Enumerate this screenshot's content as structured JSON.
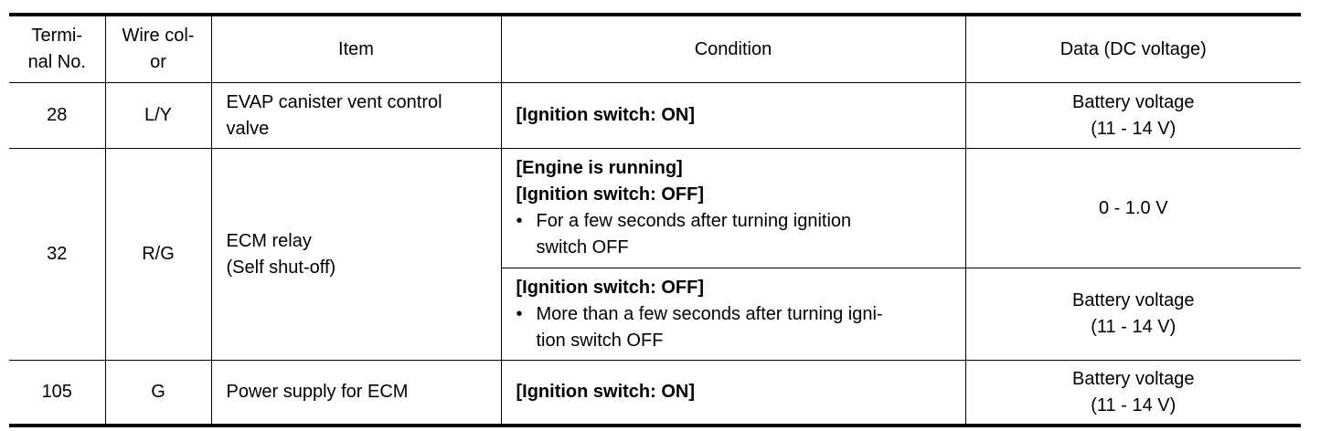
{
  "headers": {
    "terminal_line1": "Termi-",
    "terminal_line2": "nal No.",
    "wire_line1": "Wire col-",
    "wire_line2": "or",
    "item": "Item",
    "condition": "Condition",
    "data": "Data (DC voltage)"
  },
  "rows": [
    {
      "terminal": "28",
      "wire": "L/Y",
      "item_line1": "EVAP canister vent control",
      "item_line2": "valve",
      "condition_bold": "[Ignition switch: ON]",
      "data_line1": "Battery voltage",
      "data_line2": "(11 - 14 V)"
    },
    {
      "terminal": "32",
      "wire": "R/G",
      "item_line1": "ECM relay",
      "item_line2": "(Self shut-off)",
      "cond_a_bold1": "[Engine is running]",
      "cond_a_bold2": "[Ignition switch: OFF]",
      "cond_a_bullet_line1": "For a few seconds after turning ignition",
      "cond_a_bullet_line2": "switch OFF",
      "data_a": "0 - 1.0 V",
      "cond_b_bold": "[Ignition switch: OFF]",
      "cond_b_bullet_line1": "More than a few seconds after turning igni-",
      "cond_b_bullet_line2": "tion switch OFF",
      "data_b_line1": "Battery voltage",
      "data_b_line2": "(11 - 14 V)"
    },
    {
      "terminal": "105",
      "wire": "G",
      "item": "Power supply for ECM",
      "condition_bold": "[Ignition switch: ON]",
      "data_line1": "Battery voltage",
      "data_line2": "(11 - 14 V)"
    }
  ],
  "bullet_char": "•"
}
